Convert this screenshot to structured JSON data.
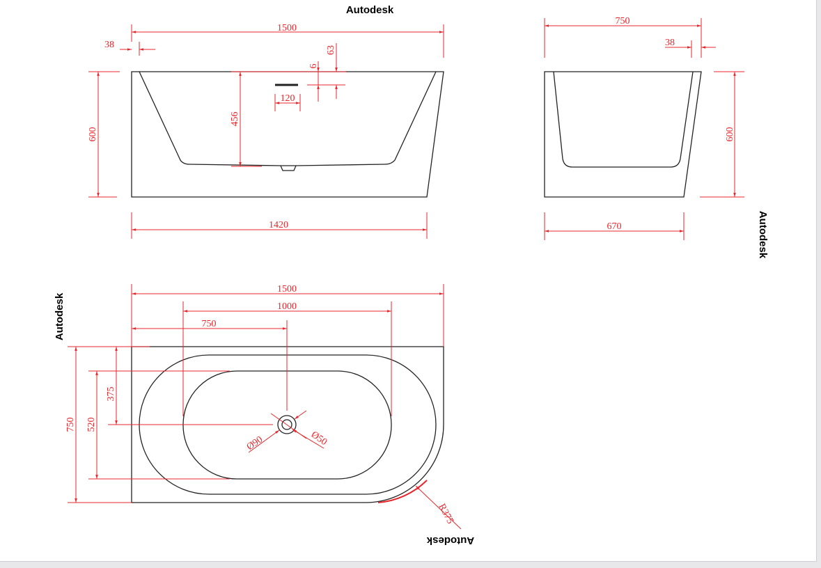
{
  "watermark": "Autodesk",
  "colors": {
    "dimension": "#e8262b",
    "outline": "#222222"
  },
  "front_view": {
    "overall_length": "1500",
    "rim_offset": "38",
    "height": "600",
    "basin_depth": "456",
    "base_length": "1420",
    "overflow_width": "120",
    "overflow_offset": "6",
    "overflow_from_top": "63"
  },
  "side_view": {
    "overall_width": "750",
    "rim_offset": "38",
    "height": "600",
    "base_width": "670"
  },
  "plan_view": {
    "overall_length": "1500",
    "inner_length": "1000",
    "drain_position": "750",
    "overall_width": "750",
    "inner_width": "520",
    "drain_offset": "375",
    "drain_outer": "Ø90",
    "drain_inner": "Ø50",
    "corner_radius": "R375"
  }
}
